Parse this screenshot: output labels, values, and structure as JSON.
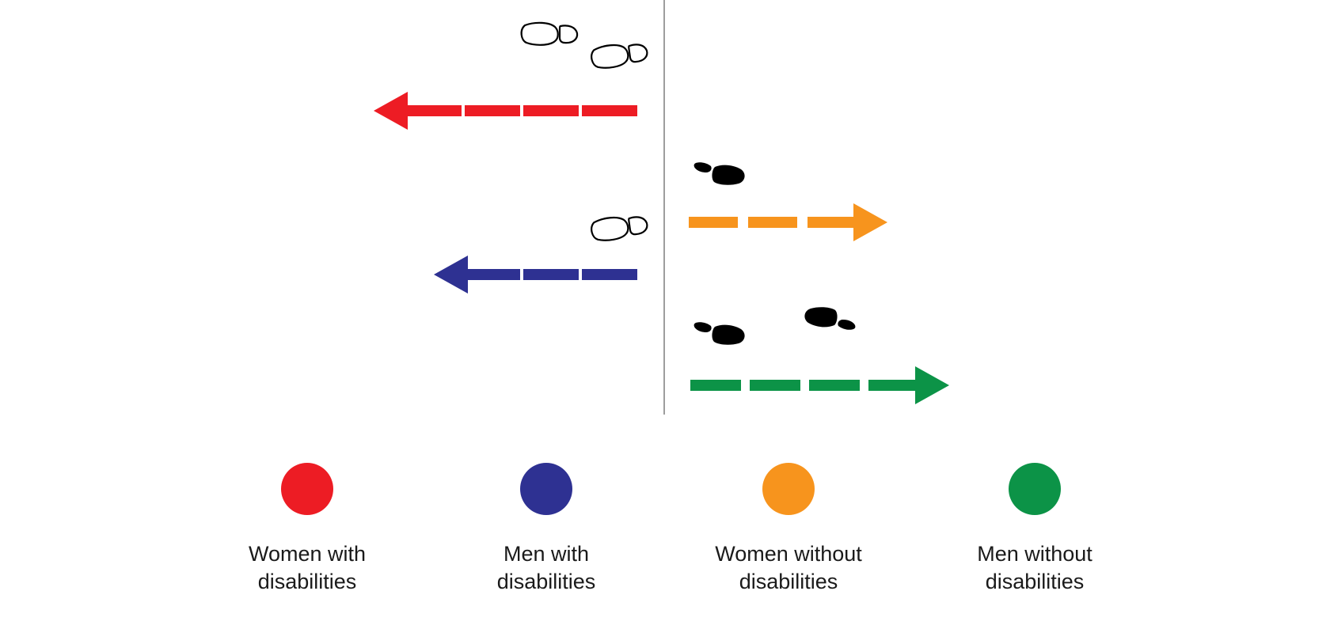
{
  "legend": [
    {
      "label": "Women with\ndisabilities",
      "color": "#ed1c24"
    },
    {
      "label": "Men with\ndisabilities",
      "color": "#2e3192"
    },
    {
      "label": "Women without\ndisabilities",
      "color": "#f7941d"
    },
    {
      "label": "Men without\ndisabilities",
      "color": "#0c9347"
    }
  ],
  "arrows": [
    {
      "group": "Women with disabilities",
      "direction": "left",
      "dashes": 4,
      "color": "#ed1c24",
      "footprints": 2,
      "footprint_style": "outline"
    },
    {
      "group": "Women without disabilities",
      "direction": "right",
      "dashes": 3,
      "color": "#f7941d",
      "footprints": 1,
      "footprint_style": "filled"
    },
    {
      "group": "Men with disabilities",
      "direction": "left",
      "dashes": 3,
      "color": "#2e3192",
      "footprints": 1,
      "footprint_style": "outline"
    },
    {
      "group": "Men without disabilities",
      "direction": "right",
      "dashes": 4,
      "color": "#0c9347",
      "footprints": 2,
      "footprint_style": "filled"
    }
  ],
  "axis_color": "#9d9d9d"
}
